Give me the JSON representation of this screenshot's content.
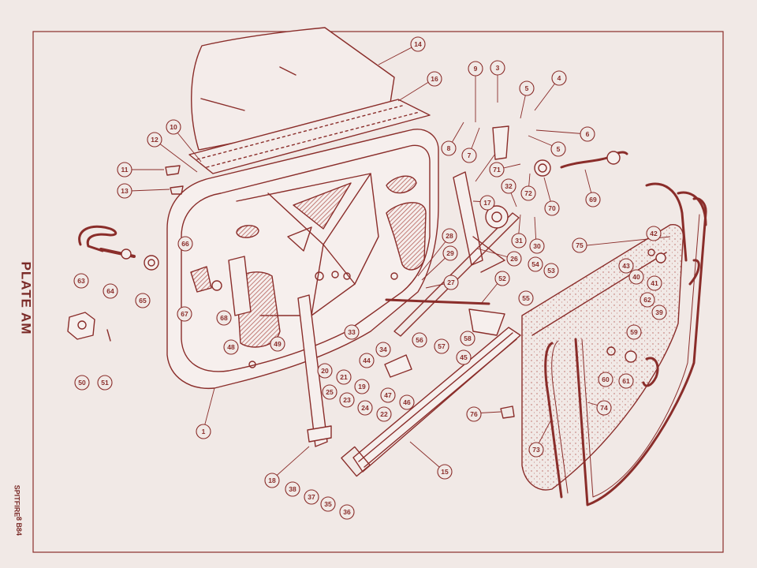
{
  "plate": {
    "title": "PLATE AM",
    "code": "8 B84",
    "model": "SPITFIRE"
  },
  "colors": {
    "ink": "#8a2d2a",
    "paper": "#f1e9e6",
    "hatch": "#b5605a"
  },
  "callouts": [
    {
      "id": "c1",
      "label": "1"
    },
    {
      "id": "c3",
      "label": "3"
    },
    {
      "id": "c4",
      "label": "4"
    },
    {
      "id": "c5a",
      "label": "5"
    },
    {
      "id": "c5b",
      "label": "5"
    },
    {
      "id": "c6",
      "label": "6"
    },
    {
      "id": "c7",
      "label": "7"
    },
    {
      "id": "c8",
      "label": "8"
    },
    {
      "id": "c9",
      "label": "9"
    },
    {
      "id": "c10",
      "label": "10"
    },
    {
      "id": "c11",
      "label": "11"
    },
    {
      "id": "c12",
      "label": "12"
    },
    {
      "id": "c13",
      "label": "13"
    },
    {
      "id": "c14",
      "label": "14"
    },
    {
      "id": "c15",
      "label": "15"
    },
    {
      "id": "c16",
      "label": "16"
    },
    {
      "id": "c17",
      "label": "17"
    },
    {
      "id": "c18",
      "label": "18"
    },
    {
      "id": "c19",
      "label": "19"
    },
    {
      "id": "c20",
      "label": "20"
    },
    {
      "id": "c21",
      "label": "21"
    },
    {
      "id": "c22",
      "label": "22"
    },
    {
      "id": "c23",
      "label": "23"
    },
    {
      "id": "c24",
      "label": "24"
    },
    {
      "id": "c25",
      "label": "25"
    },
    {
      "id": "c26",
      "label": "26"
    },
    {
      "id": "c27",
      "label": "27"
    },
    {
      "id": "c28",
      "label": "28"
    },
    {
      "id": "c29",
      "label": "29"
    },
    {
      "id": "c30",
      "label": "30"
    },
    {
      "id": "c31",
      "label": "31"
    },
    {
      "id": "c32",
      "label": "32"
    },
    {
      "id": "c33",
      "label": "33"
    },
    {
      "id": "c34",
      "label": "34"
    },
    {
      "id": "c35",
      "label": "35"
    },
    {
      "id": "c36",
      "label": "36"
    },
    {
      "id": "c37",
      "label": "37"
    },
    {
      "id": "c38",
      "label": "38"
    },
    {
      "id": "c39",
      "label": "39"
    },
    {
      "id": "c40",
      "label": "40"
    },
    {
      "id": "c41",
      "label": "41"
    },
    {
      "id": "c42",
      "label": "42"
    },
    {
      "id": "c43",
      "label": "43"
    },
    {
      "id": "c44",
      "label": "44"
    },
    {
      "id": "c45",
      "label": "45"
    },
    {
      "id": "c46",
      "label": "46"
    },
    {
      "id": "c47",
      "label": "47"
    },
    {
      "id": "c48",
      "label": "48"
    },
    {
      "id": "c49",
      "label": "49"
    },
    {
      "id": "c50",
      "label": "50"
    },
    {
      "id": "c51",
      "label": "51"
    },
    {
      "id": "c52",
      "label": "52"
    },
    {
      "id": "c53",
      "label": "53"
    },
    {
      "id": "c54",
      "label": "54"
    },
    {
      "id": "c55",
      "label": "55"
    },
    {
      "id": "c56",
      "label": "56"
    },
    {
      "id": "c57",
      "label": "57"
    },
    {
      "id": "c58",
      "label": "58"
    },
    {
      "id": "c59",
      "label": "59"
    },
    {
      "id": "c60",
      "label": "60"
    },
    {
      "id": "c61",
      "label": "61"
    },
    {
      "id": "c62",
      "label": "62"
    },
    {
      "id": "c63",
      "label": "63"
    },
    {
      "id": "c64",
      "label": "64"
    },
    {
      "id": "c65",
      "label": "65"
    },
    {
      "id": "c66",
      "label": "66"
    },
    {
      "id": "c67",
      "label": "67"
    },
    {
      "id": "c68",
      "label": "68"
    },
    {
      "id": "c69",
      "label": "69"
    },
    {
      "id": "c70",
      "label": "70"
    },
    {
      "id": "c71",
      "label": "71"
    },
    {
      "id": "c72",
      "label": "72"
    },
    {
      "id": "c73",
      "label": "73"
    },
    {
      "id": "c74",
      "label": "74"
    },
    {
      "id": "c75",
      "label": "75"
    },
    {
      "id": "c76",
      "label": "76"
    }
  ]
}
